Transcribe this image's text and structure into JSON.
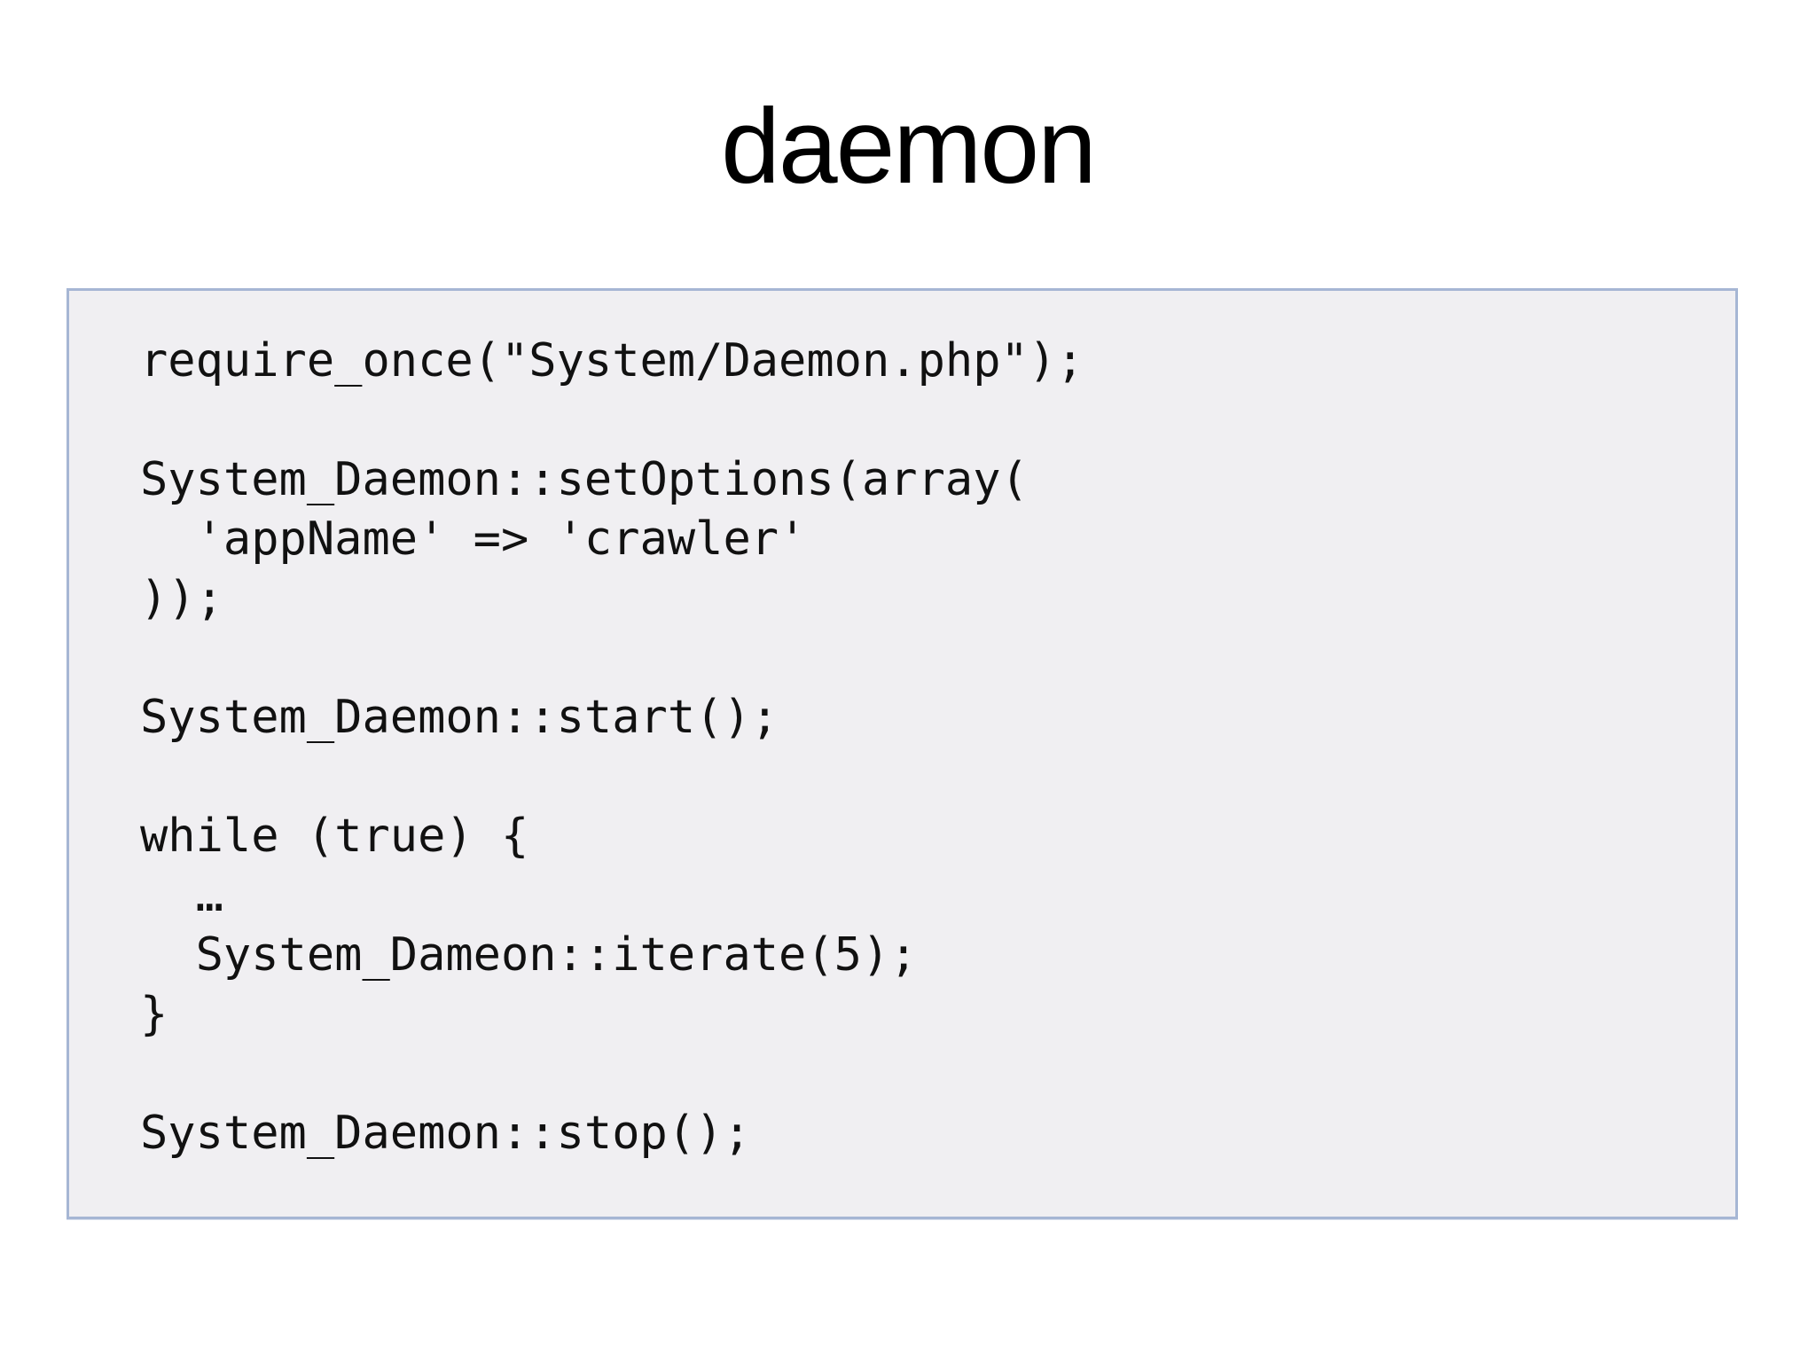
{
  "slide": {
    "title": "daemon",
    "background_color": "#ffffff"
  },
  "code_block": {
    "language": "php",
    "background_color": "#f0eff2",
    "border_color": "#a6b6d4",
    "text_color": "#111111",
    "lines": [
      "require_once(\"System/Daemon.php\");",
      "",
      "System_Daemon::setOptions(array(",
      "  'appName' => 'crawler'",
      "));",
      "",
      "System_Daemon::start();",
      "",
      "while (true) {",
      "  …",
      "  System_Dameon::iterate(5);",
      "}",
      "",
      "System_Daemon::stop();"
    ]
  }
}
